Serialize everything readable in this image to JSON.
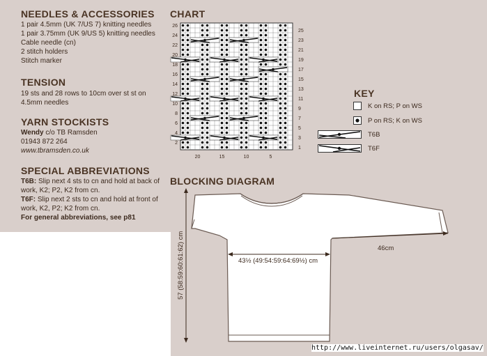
{
  "needles": {
    "heading": "NEEDLES & ACCESSORIES",
    "lines": [
      "1 pair 4.5mm (UK 7/US 7) knitting needles",
      "1 pair 3.75mm (UK 9/US 5) knitting needles",
      "Cable needle (cn)",
      "2 stitch holders",
      "Stitch marker"
    ]
  },
  "tension": {
    "heading": "TENSION",
    "lines": [
      "19 sts and 28 rows to 10cm over st st on",
      "4.5mm needles"
    ]
  },
  "stockists": {
    "heading": "YARN STOCKISTS",
    "name_bold": "Wendy",
    "name_rest": " c/o TB Ramsden",
    "phone": "01943 872 264",
    "web": "www.tbramsden.co.uk"
  },
  "abbrev": {
    "heading": "SPECIAL ABBREVIATIONS",
    "t6b_label": "T6B:",
    "t6b_line1": " Slip next 4 sts to cn and hold at back of",
    "t6b_line2": "work, K2; P2, K2 from cn.",
    "t6f_label": "T6F:",
    "t6f_line1": " Slip next 2 sts to cn and hold at front of",
    "t6f_line2": "work, K2, P2; K2 from cn.",
    "general": "For general abbreviations, see p81"
  },
  "chart": {
    "heading": "CHART",
    "left_rows": [
      "26",
      "24",
      "22",
      "20",
      "18",
      "16",
      "14",
      "12",
      "10",
      "8",
      "6",
      "4",
      "2"
    ],
    "right_rows": [
      "25",
      "23",
      "21",
      "19",
      "17",
      "15",
      "13",
      "11",
      "9",
      "7",
      "5",
      "3",
      "1"
    ],
    "bottom_cols": [
      "20",
      "15",
      "10",
      "5"
    ],
    "rows": 26,
    "cols": 23,
    "purl_cols": [
      1,
      2,
      5,
      6,
      9,
      10,
      13,
      14,
      17,
      18,
      21,
      22
    ],
    "cables": [
      {
        "row": 3,
        "start": 3,
        "type": "T6F"
      },
      {
        "row": 3,
        "start": 11,
        "type": "T6F"
      },
      {
        "row": 3,
        "start": 19,
        "type": "T6F"
      },
      {
        "row": 7,
        "start": 7,
        "type": "T6B"
      },
      {
        "row": 7,
        "start": 15,
        "type": "T6B"
      },
      {
        "row": 11,
        "start": 3,
        "type": "T6F"
      },
      {
        "row": 11,
        "start": 11,
        "type": "T6F"
      },
      {
        "row": 11,
        "start": 19,
        "type": "T6F"
      },
      {
        "row": 15,
        "start": 7,
        "type": "T6B"
      },
      {
        "row": 15,
        "start": 15,
        "type": "T6B"
      },
      {
        "row": 17,
        "start": 1,
        "type": "T6B"
      },
      {
        "row": 19,
        "start": 3,
        "type": "T6F"
      },
      {
        "row": 19,
        "start": 11,
        "type": "T6F"
      },
      {
        "row": 19,
        "start": 19,
        "type": "T6F"
      },
      {
        "row": 23,
        "start": 7,
        "type": "T6B"
      },
      {
        "row": 23,
        "start": 15,
        "type": "T6B"
      }
    ]
  },
  "key": {
    "heading": "KEY",
    "k_label": "K on RS; P on WS",
    "p_label": "P on RS; K on WS",
    "t6b_label": "T6B",
    "t6f_label": "T6F"
  },
  "blocking": {
    "heading": "BLOCKING DIAGRAM",
    "length": "57 (58:59:60:61:62) cm",
    "width": "43½ (49:54:59:64:69½) cm",
    "sleeve": "46cm"
  },
  "watermark": "http://www.liveinternet.ru/users/olgasav/"
}
